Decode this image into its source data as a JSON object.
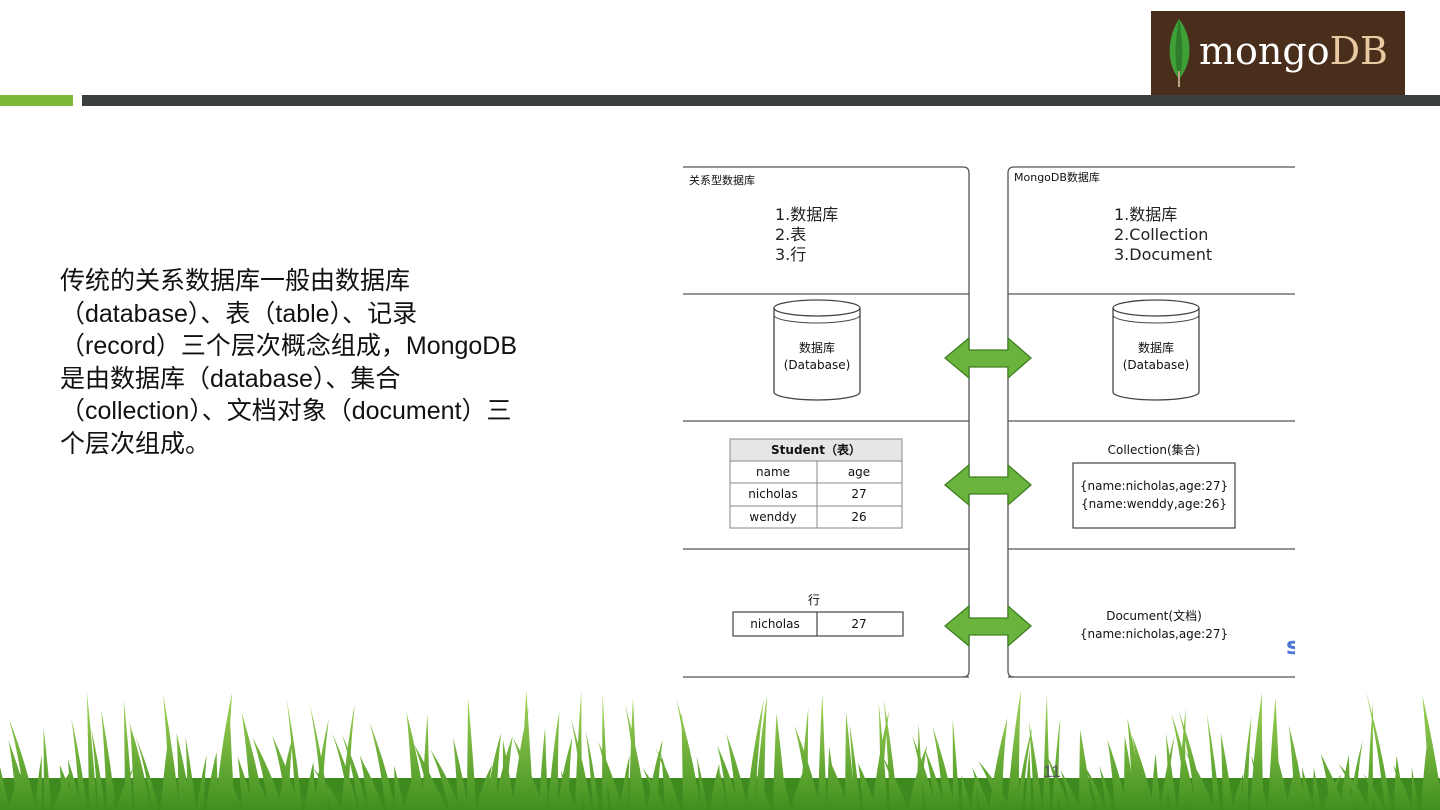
{
  "header": {
    "logo": {
      "text_main": "mongo",
      "text_accent": "DB",
      "icon": "leaf-icon"
    }
  },
  "body": {
    "paragraph_lines": [
      "传统的关系数据库一般由数据库",
      "（database）、表（table）、记录",
      "（record）三个层次概念组成，MongoDB",
      "是由数据库（database）、集合",
      "（collection）、文档对象（document）三",
      "个层次组成。"
    ]
  },
  "diagram": {
    "left_title": "关系型数据库",
    "right_title": "MongoDB数据库",
    "left_list": [
      "1.数据库",
      "2.表",
      "3.行"
    ],
    "right_list": [
      "1.数据库",
      "2.Collection",
      "3.Document"
    ],
    "left_db_label_1": "数据库",
    "left_db_label_2": "(Database)",
    "right_db_label_1": "数据库",
    "right_db_label_2": "(Database)",
    "table_title": "Student（表）",
    "table_headers": [
      "name",
      "age"
    ],
    "table_rows": [
      [
        "nicholas",
        "27"
      ],
      [
        "wenddy",
        "26"
      ]
    ],
    "collection_title": "Collection(集合)",
    "collection_items": [
      "{name:nicholas,age:27}",
      "{name:wenddy,age:26}"
    ],
    "row_title": "行",
    "row_cells": [
      "nicholas",
      "27"
    ],
    "document_title": "Document(文档)",
    "document_item": "{name:nicholas,age:27}",
    "arrow_color": "#6ab43e"
  },
  "footer": {
    "slide_number": "11"
  }
}
